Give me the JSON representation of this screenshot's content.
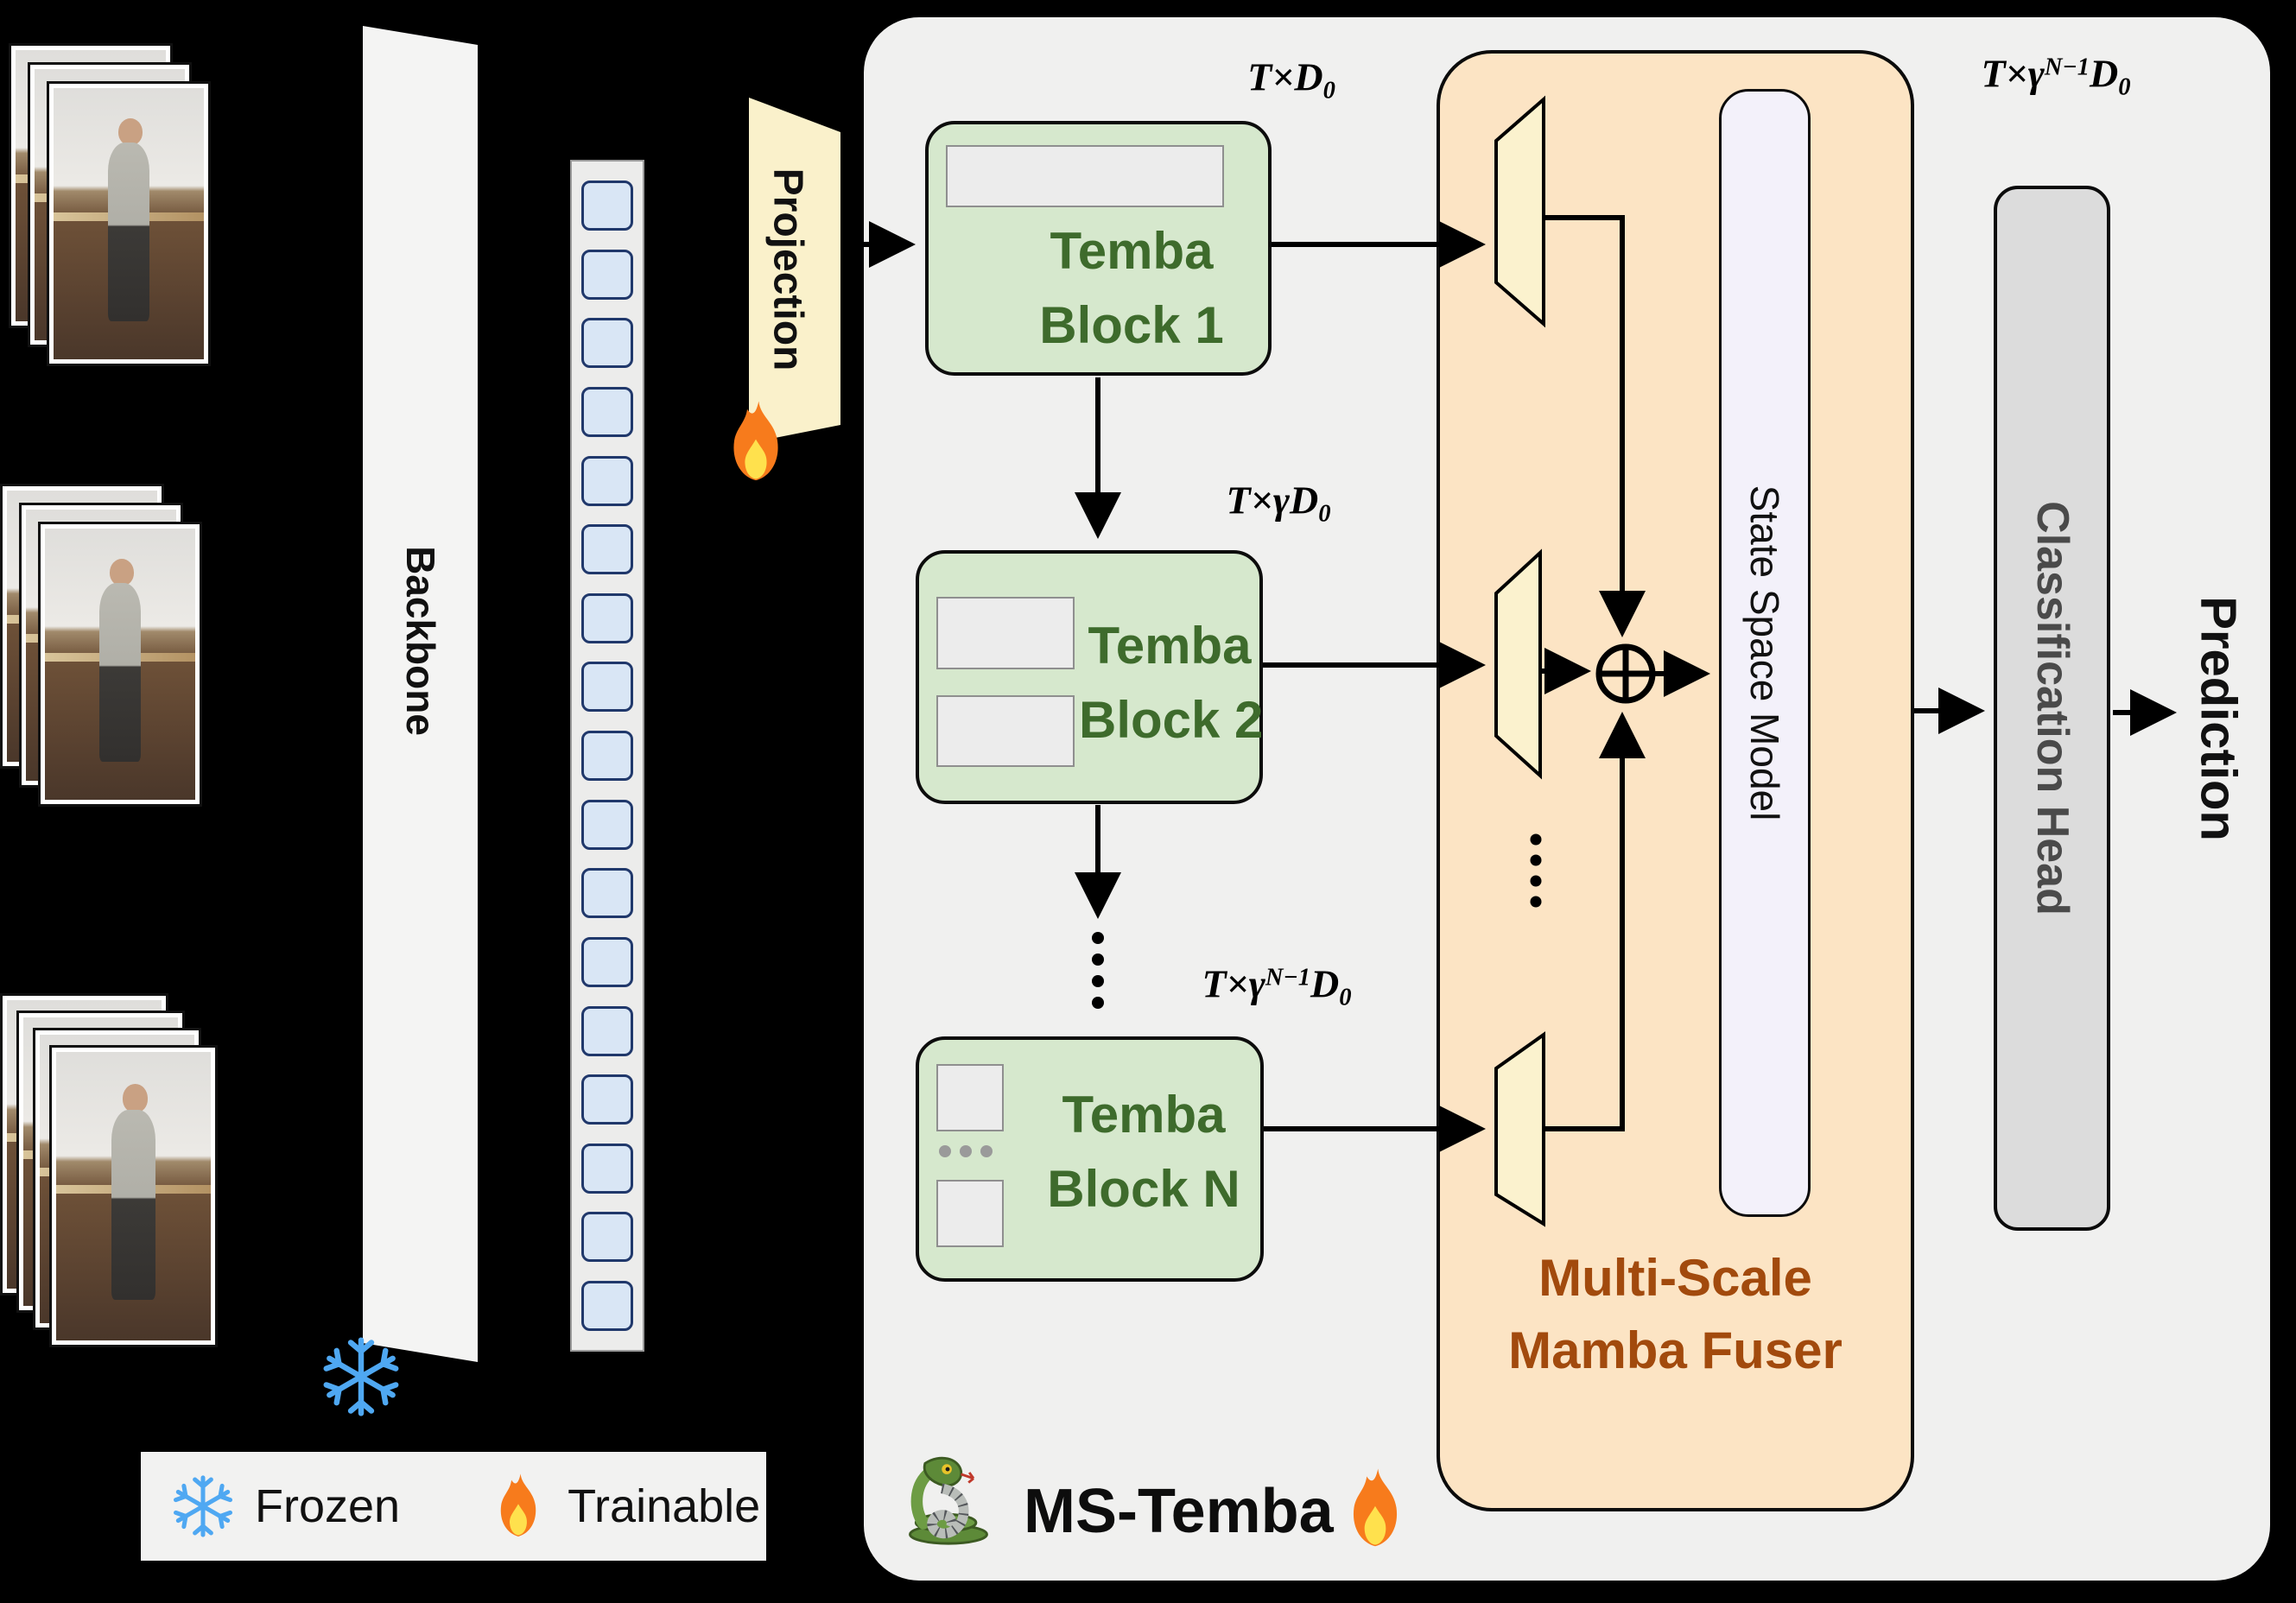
{
  "backbone": {
    "label": "Backbone"
  },
  "projection": {
    "label": "Projection"
  },
  "tokens": {
    "count": 17
  },
  "temba_blocks": [
    {
      "name_line1": "Temba",
      "name_line2": "Block 1",
      "dim": {
        "pre": "T×",
        "sup": "",
        "mid": "D",
        "sub": "0"
      }
    },
    {
      "name_line1": "Temba",
      "name_line2": "Block 2",
      "dim": {
        "pre": "T×γ",
        "sup": "",
        "mid": "D",
        "sub": "0"
      }
    },
    {
      "name_line1": "Temba",
      "name_line2": "Block N",
      "dim": {
        "pre": "T×γ",
        "sup": "N−1",
        "mid": "D",
        "sub": "0"
      }
    }
  ],
  "output_dim": {
    "pre": "T×γ",
    "sup": "N−1",
    "mid": "D",
    "sub": "0"
  },
  "fuser": {
    "title_line1": "Multi-Scale",
    "title_line2": "Mamba Fuser",
    "ssm_label": "State Space Model"
  },
  "classification_head": {
    "label": "Classification Head"
  },
  "prediction": {
    "label": "Prediction"
  },
  "branding": {
    "model_name": "MS-Temba"
  },
  "legend": {
    "frozen": "Frozen",
    "trainable": "Trainable"
  },
  "icons": {
    "frozen": "snowflake-icon",
    "trainable": "flame-icon",
    "mascot": "snake-icon",
    "sum": "circled-plus-icon"
  },
  "colors": {
    "background": "#000000",
    "container": "#f0f0ef",
    "temba_block_fill": "#d6e8cd",
    "temba_block_text": "#3E6B2C",
    "fuser_fill": "#FCE4C4",
    "fuser_text": "#A24A0D",
    "trapezoid_fill": "#FBF2CE",
    "projection_fill": "#FAF1CB",
    "ssm_fill": "#F3F1FA",
    "classification_head_fill": "#dcdcdc",
    "token_fill": "#d9e6f5",
    "token_border": "#20386b",
    "snowflake_blue": "#4FA8F2",
    "flame_orange": "#F77B1C"
  }
}
